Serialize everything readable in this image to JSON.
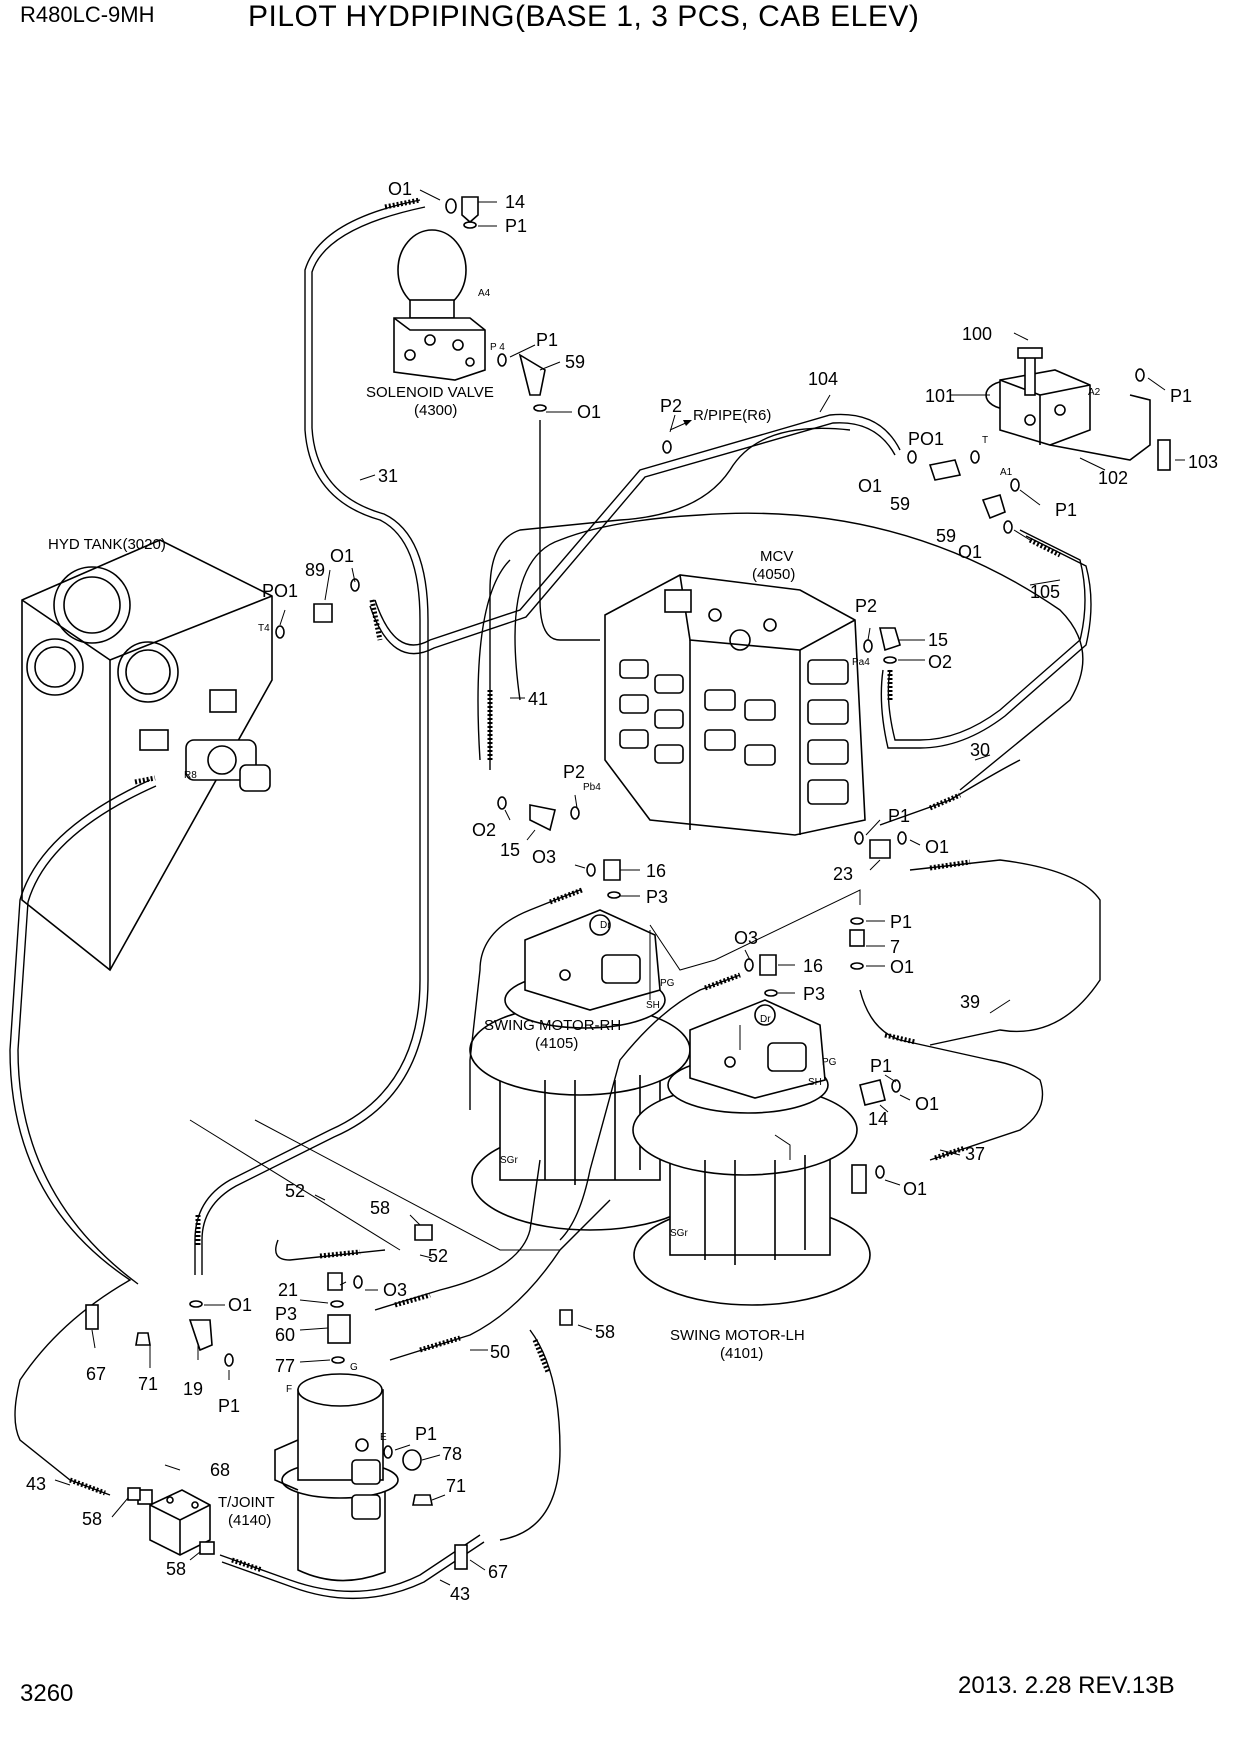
{
  "header": {
    "model": "R480LC-9MH",
    "title": "PILOT HYDPIPING(BASE 1, 3 PCS, CAB ELEV)"
  },
  "footer": {
    "page_number": "3260",
    "revision": "2013. 2.28  REV.13B"
  },
  "components": {
    "solenoid_valve": {
      "name": "SOLENOID VALVE",
      "code": "(4300)"
    },
    "hyd_tank": {
      "name": "HYD TANK(3020)"
    },
    "mcv": {
      "name": "MCV",
      "code": "(4050)"
    },
    "swing_motor_rh": {
      "name": "SWING MOTOR-RH",
      "code": "(4105)"
    },
    "swing_motor_lh": {
      "name": "SWING MOTOR-LH",
      "code": "(4101)"
    },
    "t_joint": {
      "name": "T/JOINT",
      "code": "(4140)"
    },
    "r_pipe": {
      "name": "R/PIPE(R6)"
    }
  },
  "port_labels": {
    "a4": "A4",
    "p4": "P 4",
    "a2": "A2",
    "a1": "A1",
    "t": "T",
    "t4": "T4",
    "r8": "R8",
    "pa4": "Pa4",
    "pb4": "Pb4",
    "dr_rh": "Dr",
    "pg_rh": "PG",
    "sh_rh": "SH",
    "sg_rh": "SGr",
    "dr_lh": "Dr",
    "pg_lh": "PG",
    "sh_lh": "SH",
    "sg_lh": "SGr",
    "f": "F",
    "g": "G",
    "e": "E"
  },
  "callouts": {
    "c_o1_top": "O1",
    "c_14_top": "14",
    "c_p1_top": "P1",
    "c_p1_sv": "P1",
    "c_59_sv": "59",
    "c_o1_sv": "O1",
    "c_p2_r6": "P2",
    "c_104": "104",
    "c_100": "100",
    "c_101": "101",
    "c_p1_101": "P1",
    "c_102": "102",
    "c_103": "103",
    "c_po1_101": "PO1",
    "c_o1_59a": "O1",
    "c_59a": "59",
    "c_59b": "59",
    "c_p1_59b": "P1",
    "c_o1_59b": "O1",
    "c_105": "105",
    "c_31": "31",
    "c_po1_tank": "PO1",
    "c_89": "89",
    "c_o1_tank": "O1",
    "c_41": "41",
    "c_p2_mcv": "P2",
    "c_15_mcv": "15",
    "c_o2_mcv": "O2",
    "c_p2_pb4": "P2",
    "c_o2_pb4": "O2",
    "c_15_pb4": "15",
    "c_30": "30",
    "c_p1_23": "P1",
    "c_o1_23": "O1",
    "c_23": "23",
    "c_o3_16a": "O3",
    "c_16a": "16",
    "c_p3_16a": "P3",
    "c_p1_7": "P1",
    "c_7": "7",
    "c_o1_7": "O1",
    "c_o3_16b": "O3",
    "c_16b": "16",
    "c_p3_16b": "P3",
    "c_39": "39",
    "c_p1_14b": "P1",
    "c_o1_14b": "O1",
    "c_14b": "14",
    "c_37": "37",
    "c_o1_37": "O1",
    "c_52a": "52",
    "c_58a": "58",
    "c_52b": "52",
    "c_21": "21",
    "c_o3_21": "O3",
    "c_p3_60": "P3",
    "c_60": "60",
    "c_77": "77",
    "c_50": "50",
    "c_58b": "58",
    "c_o1_19": "O1",
    "c_19": "19",
    "c_p1_19": "P1",
    "c_67a": "67",
    "c_71a": "71",
    "c_p1_78": "P1",
    "c_78": "78",
    "c_71b": "71",
    "c_43a": "43",
    "c_58c": "58",
    "c_68": "68",
    "c_58d": "58",
    "c_67b": "67",
    "c_43b": "43"
  }
}
